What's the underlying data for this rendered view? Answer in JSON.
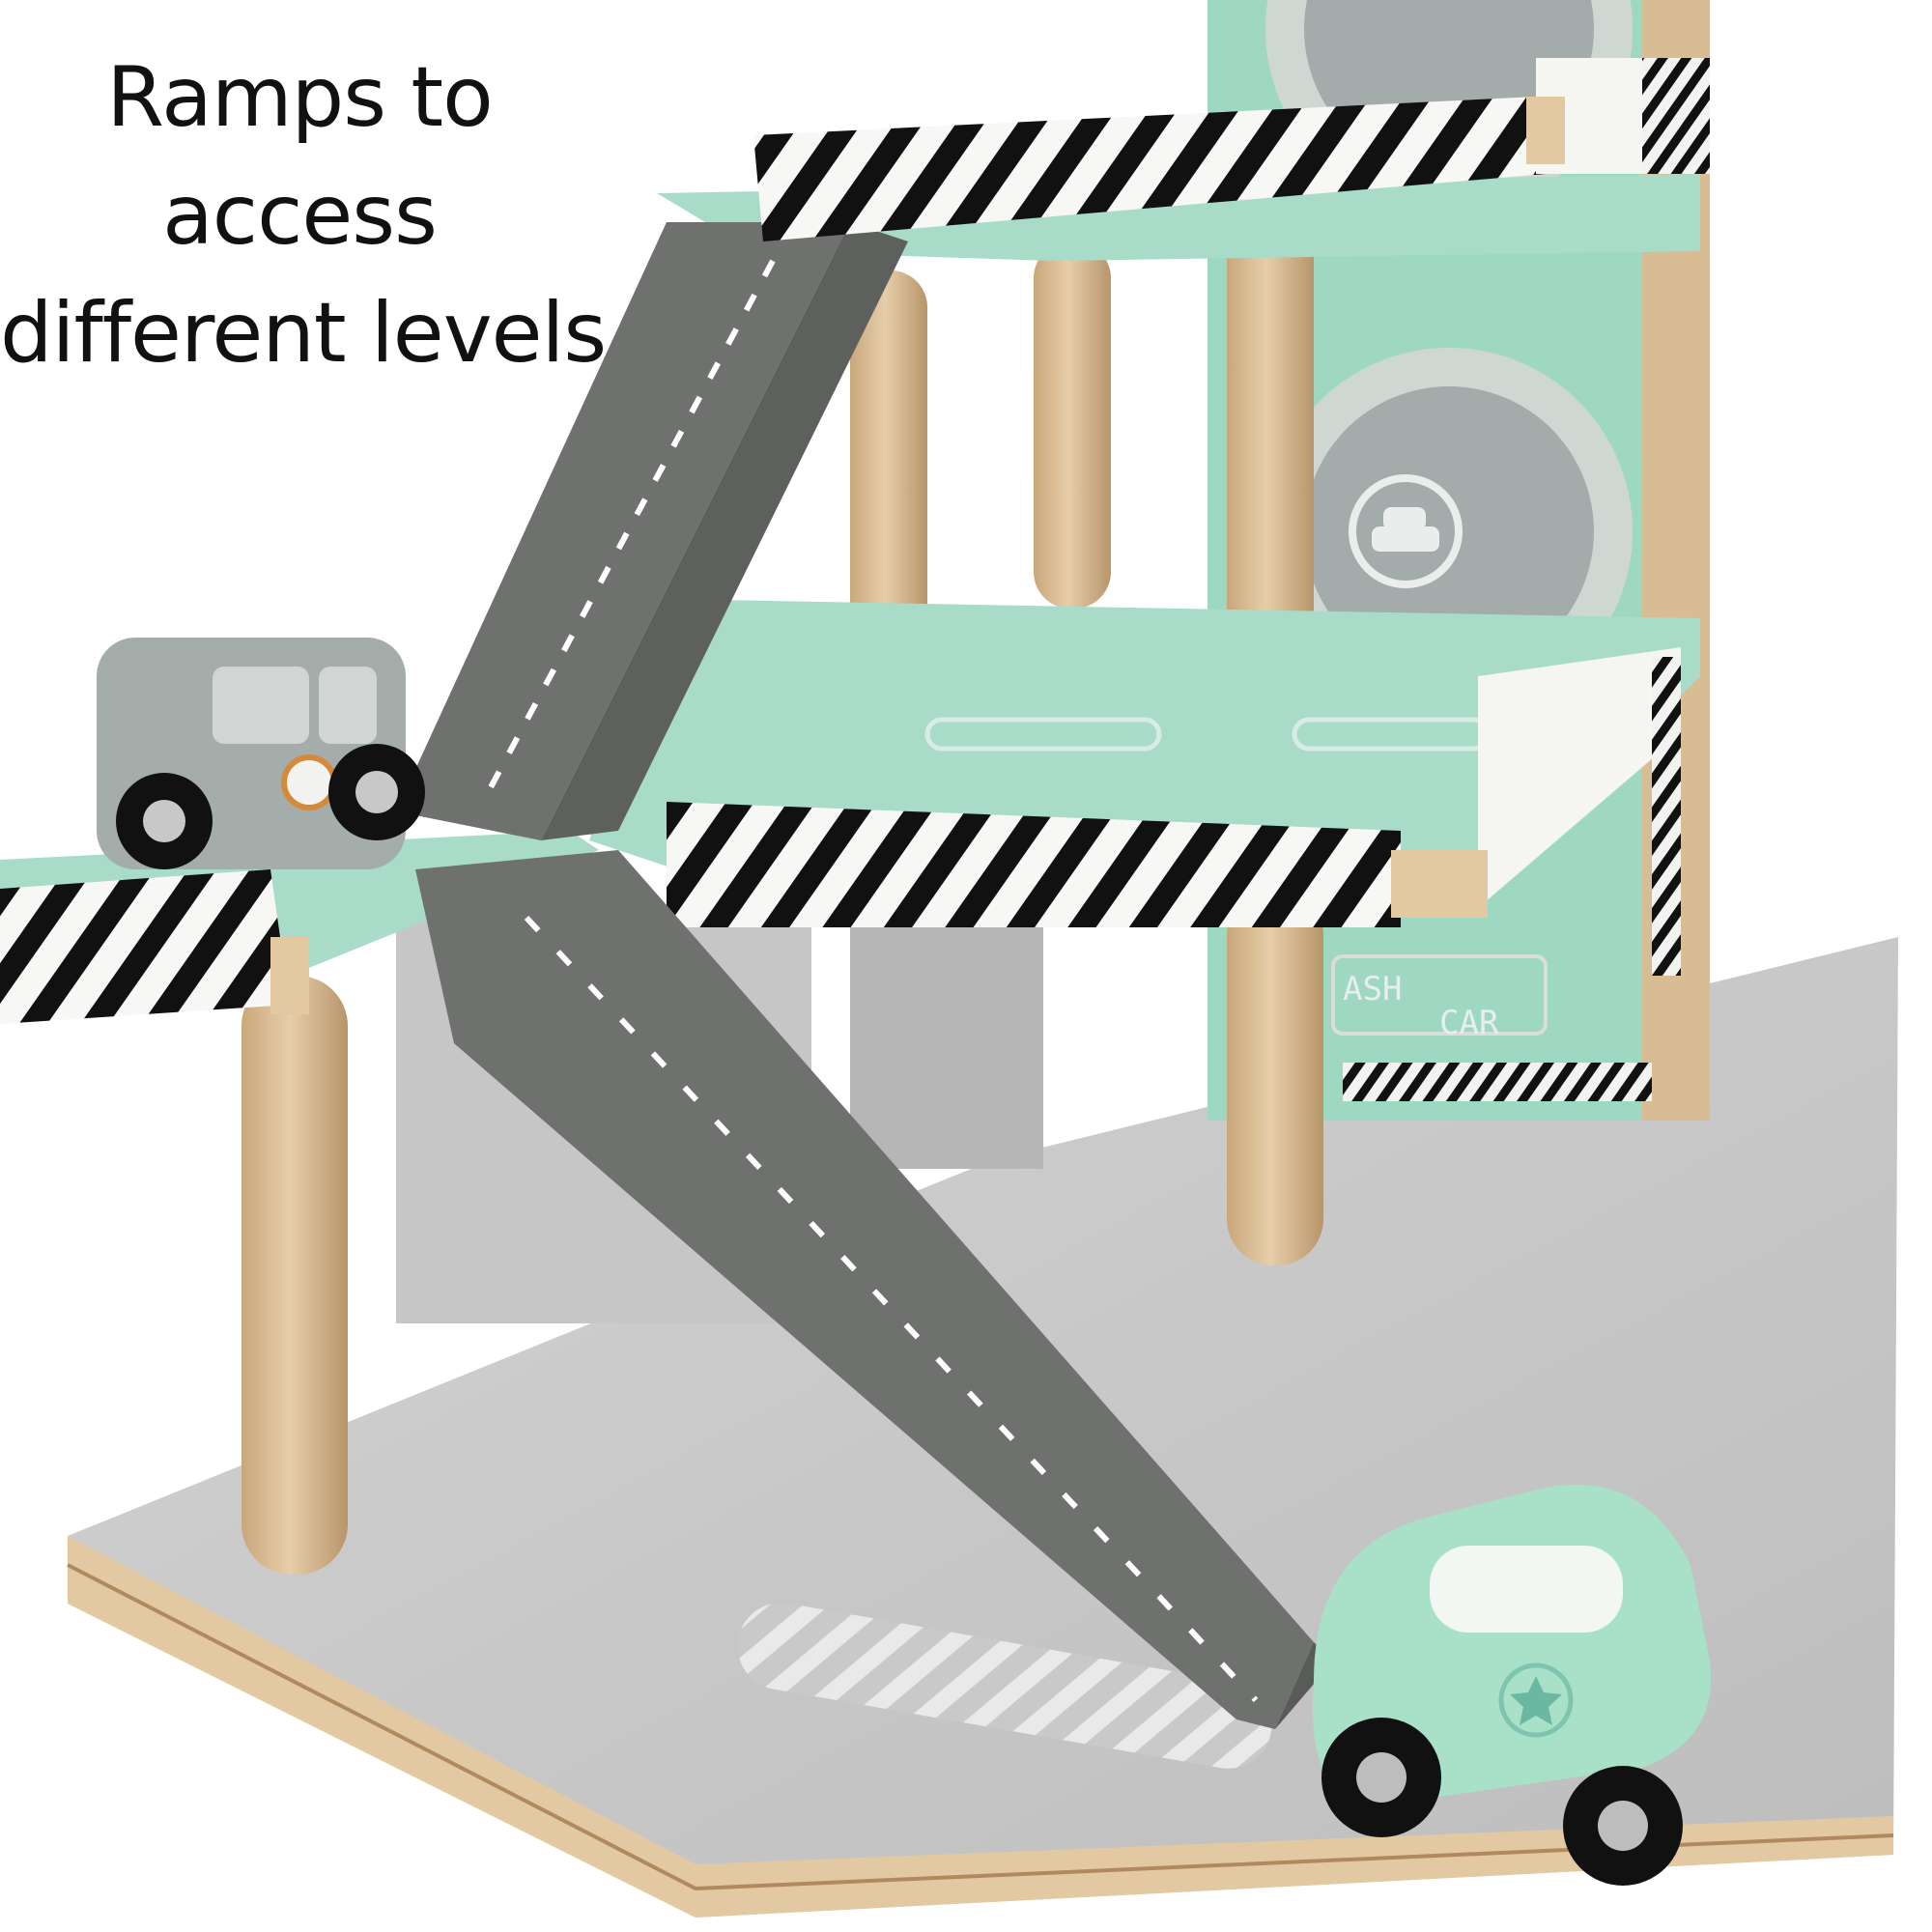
{
  "caption": {
    "lines": [
      "Ramps to",
      "access",
      "different levels"
    ]
  },
  "signs": {
    "wash_left": "ASH",
    "wash_right": "CAR"
  },
  "colors": {
    "mint": "#a8dcc8",
    "mint_dark": "#7fc4ae",
    "wood": "#d8bc94",
    "ramp": "#6f716f",
    "base": "#c9c9c9",
    "stripe_black": "#111111",
    "stripe_white": "#f7f7f5"
  },
  "icons": [
    "car-icon",
    "star-icon"
  ]
}
